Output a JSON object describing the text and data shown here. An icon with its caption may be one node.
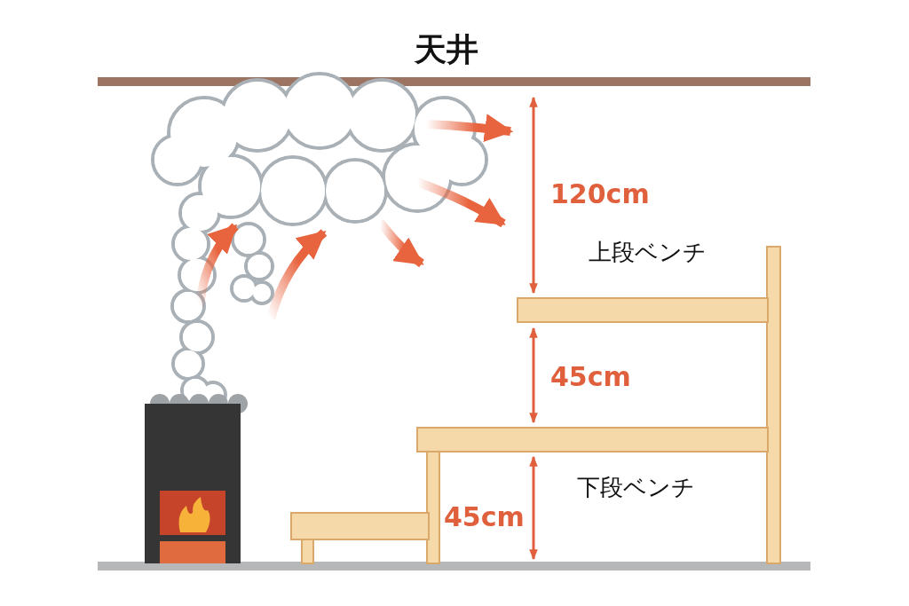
{
  "diagram": {
    "labels": [
      "天井",
      "120cm",
      "上段ベンチ",
      "45cm",
      "下段ベンチ",
      "45cm"
    ]
  }
}
